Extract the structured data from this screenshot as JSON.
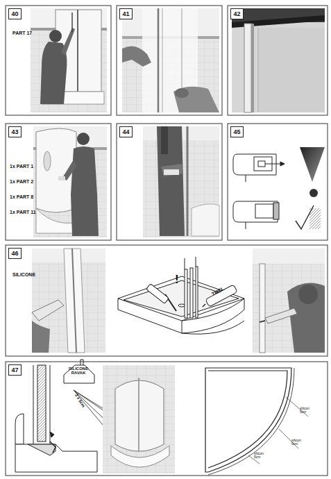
{
  "diagram": {
    "nodes": [
      {
        "text": [
          "40"
        ]
      },
      {
        "text": [
          "41"
        ]
      },
      {
        "text": [
          "42"
        ]
      },
      {
        "text": [
          "43"
        ]
      },
      {
        "text": [
          "44"
        ]
      },
      {
        "text": [
          "45"
        ]
      },
      {
        "text": [
          "46"
        ]
      },
      {
        "text": [
          "47"
        ]
      }
    ],
    "labels": [
      "PART 17",
      "1x PART 1",
      "1x PART 2",
      "1x PART 8",
      "1x PART 11",
      "SILICONE",
      "!",
      "TMEL",
      "SILICONE RAVAK",
      "3 x 5cm",
      "silicon 5cm",
      "silicon 5cm",
      "silicon 5cm"
    ]
  }
}
